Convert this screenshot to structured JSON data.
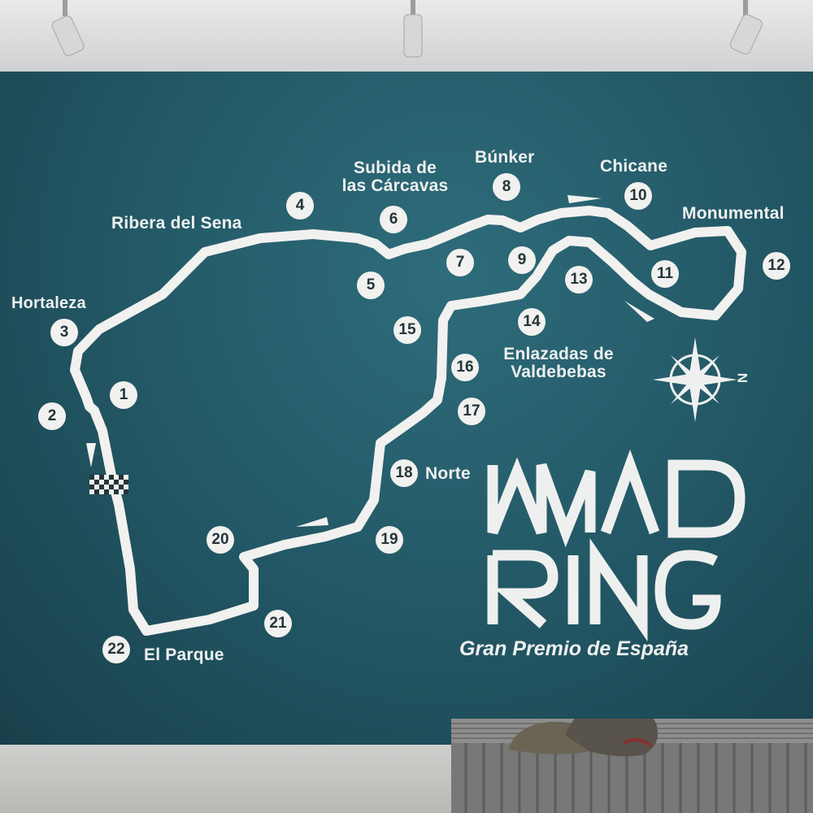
{
  "turns": [
    {
      "n": "1"
    },
    {
      "n": "2"
    },
    {
      "n": "3"
    },
    {
      "n": "4"
    },
    {
      "n": "5"
    },
    {
      "n": "6"
    },
    {
      "n": "7"
    },
    {
      "n": "8"
    },
    {
      "n": "9"
    },
    {
      "n": "10"
    },
    {
      "n": "11"
    },
    {
      "n": "12"
    },
    {
      "n": "13"
    },
    {
      "n": "14"
    },
    {
      "n": "15"
    },
    {
      "n": "16"
    },
    {
      "n": "17"
    },
    {
      "n": "18"
    },
    {
      "n": "19"
    },
    {
      "n": "20"
    },
    {
      "n": "21"
    },
    {
      "n": "22"
    }
  ],
  "corner_names": {
    "hortaleza": "Hortaleza",
    "ribera": "Ribera del Sena",
    "subida_1": "Subida de",
    "subida_2": "las Cárcavas",
    "bunker": "Búnker",
    "chicane": "Chicane",
    "monumental": "Monumental",
    "enlazadas_1": "Enlazadas de",
    "enlazadas_2": "Valdebebas",
    "norte": "Norte",
    "el_parque": "El Parque"
  },
  "compass": {
    "north_letter": "N"
  },
  "logo": {
    "line1": "MAD",
    "line2": "RING",
    "subtitle": "Gran Premio de España"
  },
  "colors": {
    "wall": "#245a68",
    "track": "#f1f1ef",
    "text": "#eef0ef"
  }
}
